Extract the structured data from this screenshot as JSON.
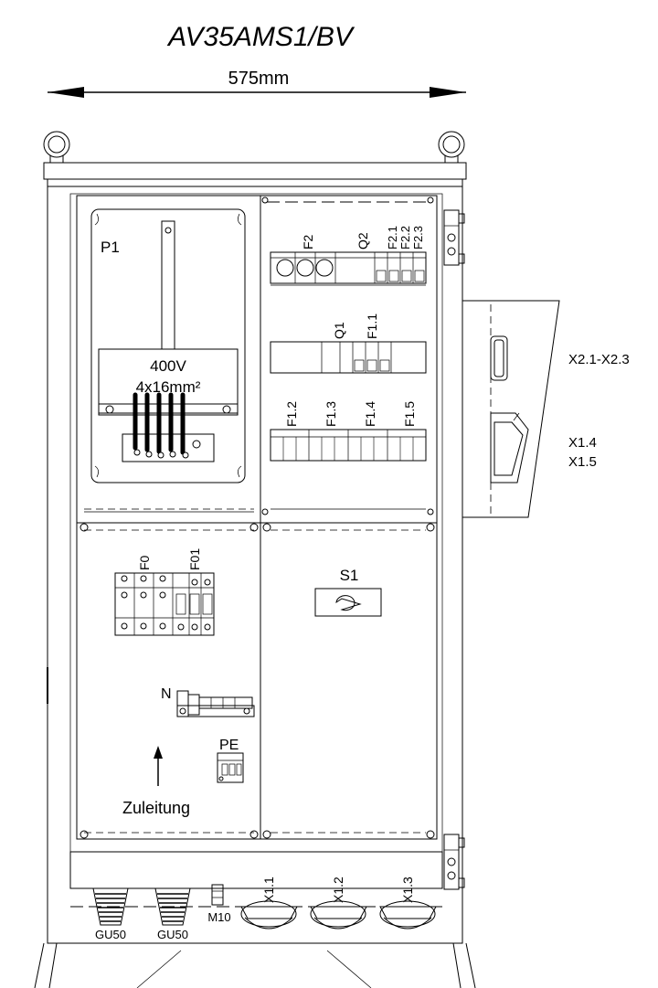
{
  "title": "AV35AMS1/BV",
  "dimension": {
    "label": "575mm"
  },
  "meter_panel": {
    "label": "P1",
    "voltage": "400V",
    "cable": "4x16mm²"
  },
  "breakers": {
    "top_row": [
      "F2",
      "Q2",
      "F2.1",
      "F2.2",
      "F2.3"
    ],
    "mid_row": [
      "Q1",
      "F1.1"
    ],
    "bottom_row": [
      "F1.2",
      "F1.3",
      "F1.4",
      "F1.5"
    ]
  },
  "lower_left": {
    "fuse_labels": [
      "F0",
      "F01"
    ],
    "neutral": "N",
    "earth": "PE",
    "supply": "Zuleitung"
  },
  "switch": {
    "label": "S1"
  },
  "sockets": [
    "X1.1",
    "X1.2",
    "X1.3"
  ],
  "glands": [
    "GU50",
    "GU50"
  ],
  "bolt": "M10",
  "side_outlets": {
    "upper": "X2.1-X2.3",
    "lower_lines": [
      "X1.4",
      "X1.5"
    ]
  }
}
